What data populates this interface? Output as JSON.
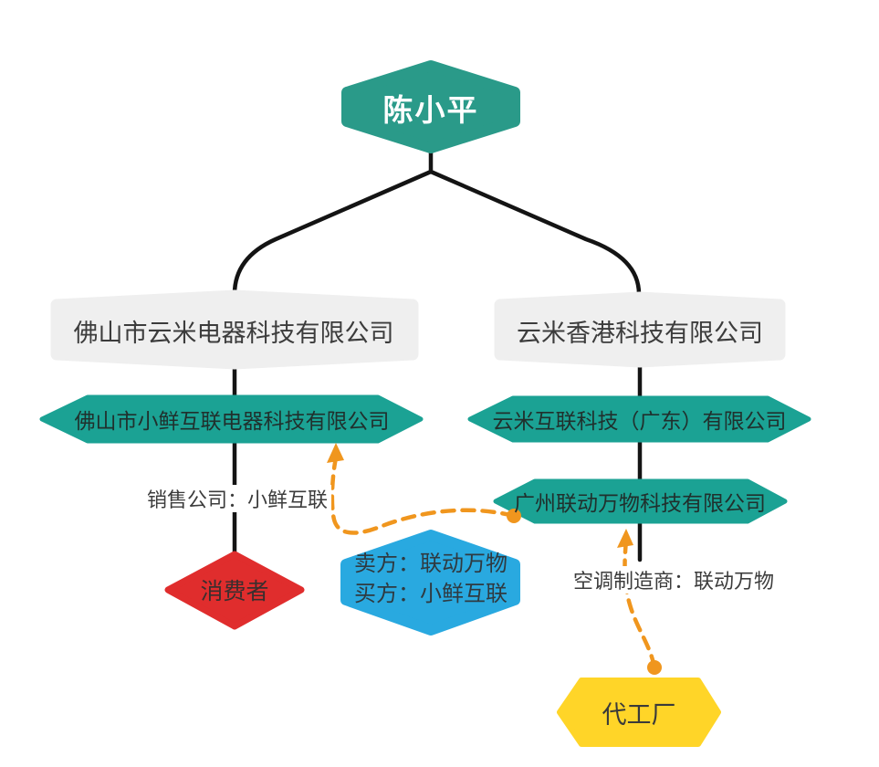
{
  "colors": {
    "teal_dark": "#2a9a89",
    "teal": "#1ba294",
    "gray": "#efefef",
    "red": "#e02d2d",
    "blue": "#29a9e0",
    "yellow": "#ffd528",
    "orange": "#f0961e",
    "line": "#141414"
  },
  "nodes": {
    "root": "陈小平",
    "left_parent": "佛山市云米电器科技有限公司",
    "right_parent": "云米香港科技有限公司",
    "left_sub": "佛山市小鲜互联电器科技有限公司",
    "right_sub1": "云米互联科技（广东）有限公司",
    "right_sub2": "广州联动万物科技有限公司",
    "consumer": "消费者",
    "factory": "代工厂"
  },
  "annotations": {
    "sales_label": "销售公司：小鲜互联",
    "manufacturer_label": "空调制造商：联动万物",
    "deal_line1": "卖方：联动万物",
    "deal_line2": "买方：小鲜互联"
  }
}
